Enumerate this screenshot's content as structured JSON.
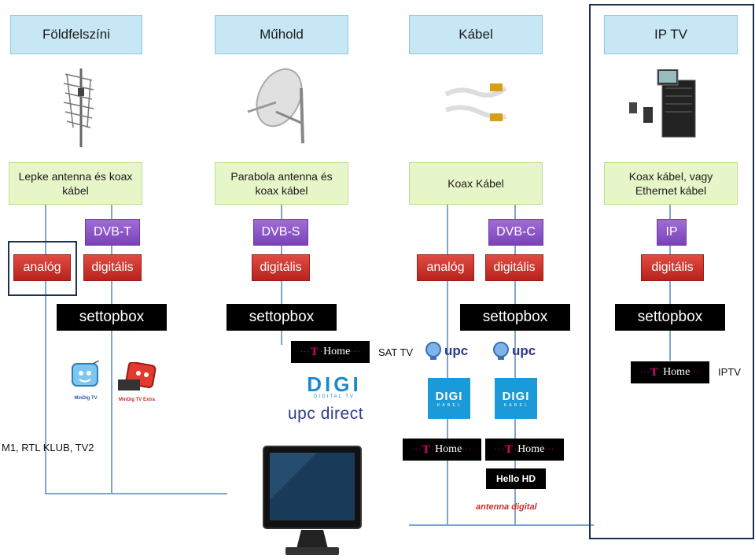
{
  "headers": {
    "terrestrial": "Földfelszíni",
    "satellite": "Műhold",
    "cable": "Kábel",
    "iptv": "IP TV"
  },
  "media": {
    "terrestrial": "Lepke antenna és koax kábel",
    "satellite": "Parabola antenna és koax kábel",
    "cable": "Koax Kábel",
    "iptv": "Koax kábel, vagy Ethernet kábel"
  },
  "standards": {
    "dvbt": "DVB-T",
    "dvbs": "DVB-S",
    "dvbc": "DVB-C",
    "ip": "IP"
  },
  "signal": {
    "analog": "analóg",
    "digital": "digitális"
  },
  "settopbox": "settopbox",
  "providers": {
    "thome_name": "Home",
    "thome_t": "T",
    "sat_tv": "SAT TV",
    "iptv": "IPTV",
    "digi_word": "DIGI",
    "digi_tv_sub": "DIGITAL TV",
    "digi_kabel_sub": "K A B E L",
    "upc": "upc",
    "upc_direct": "upc direct",
    "mindig_tv": "MinDig TV",
    "mindig_tv_extra": "MinDig TV Extra",
    "hello_hd": "Hello HD",
    "antenna_digital": "antenna digital"
  },
  "channels_label": "M1, RTL KLUB, TV2",
  "colors": {
    "header_bg": "#c7e7f5",
    "media_bg": "#e7f6c9",
    "standard_bg": "#8a55c8",
    "signal_bg": "#c8302a",
    "settopbox_bg": "#000000",
    "telekom_magenta": "#e20074",
    "digi_blue": "#1a9ad8",
    "connector_line": "#7fa6c9",
    "highlight_frame": "#1d2f55"
  }
}
